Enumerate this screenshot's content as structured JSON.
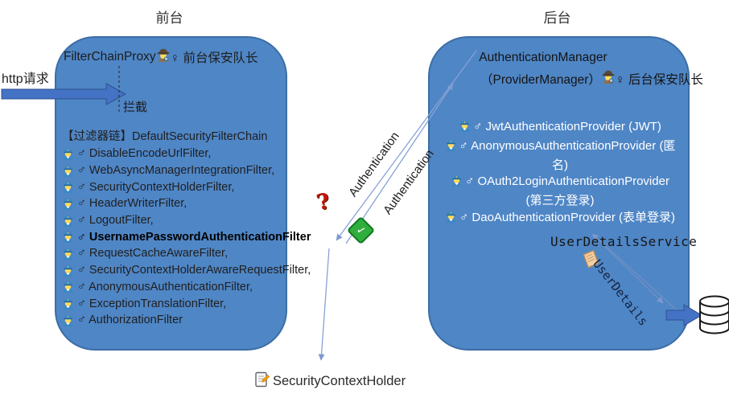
{
  "left": {
    "title": "前台",
    "header_name": "FilterChainProxy",
    "header_role": "♀ 前台保安队长",
    "http_label": "http请求",
    "intercept_label": "拦截",
    "chain_title": "【过滤器链】DefaultSecurityFilterChain",
    "filters": [
      "♂ DisableEncodeUrlFilter,",
      "♂ WebAsyncManagerIntegrationFilter,",
      "♂ SecurityContextHolderFilter,",
      "♂ HeaderWriterFilter,",
      "♂ LogoutFilter,",
      "♂ UsernamePasswordAuthenticationFilter",
      "♂ RequestCacheAwareFilter,",
      "♂ SecurityContextHolderAwareRequestFilter,",
      "♂ AnonymousAuthenticationFilter,",
      "♂ ExceptionTranslationFilter,",
      "♂ AuthorizationFilter"
    ]
  },
  "center": {
    "request_mark": "?",
    "request_label": "Authentication",
    "response_mark": "✓",
    "response_label": "Authentication",
    "context_holder": "SecurityContextHolder"
  },
  "right": {
    "title": "后台",
    "manager_line1": "AuthenticationManager",
    "manager_line2": "（ProviderManager）",
    "manager_role": "♀ 后台保安队长",
    "providers": [
      "♂ JwtAuthenticationProvider (JWT)",
      "♂ AnonymousAuthenticationProvider (匿名)",
      "♂ OAuth2LoginAuthenticationProvider (第三方登录)",
      "♂ DaoAuthenticationProvider (表单登录)",
      "♂ "
    ],
    "user_details_service": "UserDetailsService",
    "user_details": "UserDetails"
  },
  "icons": {
    "left_header_icon": "detective-woman",
    "right_header_icon": "detective-woman",
    "filter_icon": "police-officer-man",
    "provider_icon": "police-officer-man",
    "request_icon": "red-question-mark",
    "response_icon": "green-check",
    "context_icon": "memo",
    "user_details_icon": "scroll",
    "storage_icon": "database"
  },
  "colors": {
    "box_fill": "#4f86c6",
    "box_border": "#3c6ea5",
    "thick_arrow_fill": "#4472c4",
    "thick_arrow_border": "#2f528f",
    "connector": "#87a2d4",
    "provider_text": "#ffffff",
    "check_green": "#2fae3d",
    "question_red": "#c01807",
    "body_text": "#1c1c1c"
  }
}
